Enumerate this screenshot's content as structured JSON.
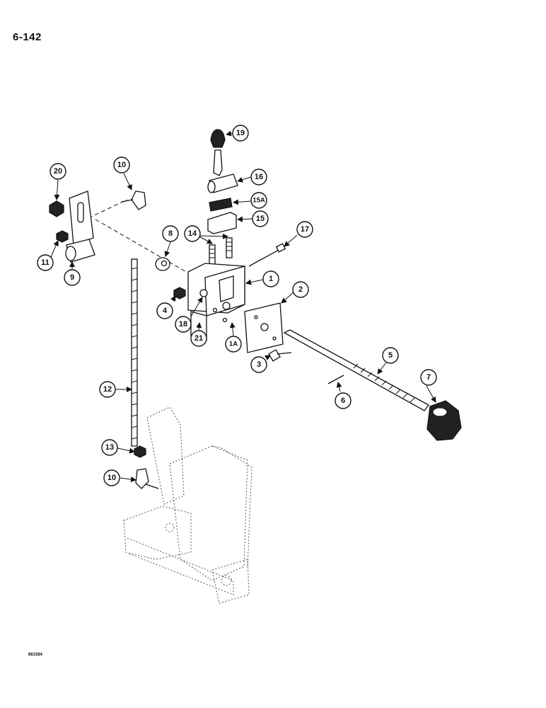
{
  "page_number": "6-142",
  "figure_code": "861584",
  "callouts": [
    {
      "label": "19"
    },
    {
      "label": "16"
    },
    {
      "label": "15A"
    },
    {
      "label": "15"
    },
    {
      "label": "17"
    },
    {
      "label": "14"
    },
    {
      "label": "20"
    },
    {
      "label": "10"
    },
    {
      "label": "8"
    },
    {
      "label": "1"
    },
    {
      "label": "2"
    },
    {
      "label": "11"
    },
    {
      "label": "9"
    },
    {
      "label": "4"
    },
    {
      "label": "18"
    },
    {
      "label": "21"
    },
    {
      "label": "1A"
    },
    {
      "label": "3"
    },
    {
      "label": "5"
    },
    {
      "label": "7"
    },
    {
      "label": "6"
    },
    {
      "label": "12"
    },
    {
      "label": "13"
    },
    {
      "label": "10"
    }
  ]
}
